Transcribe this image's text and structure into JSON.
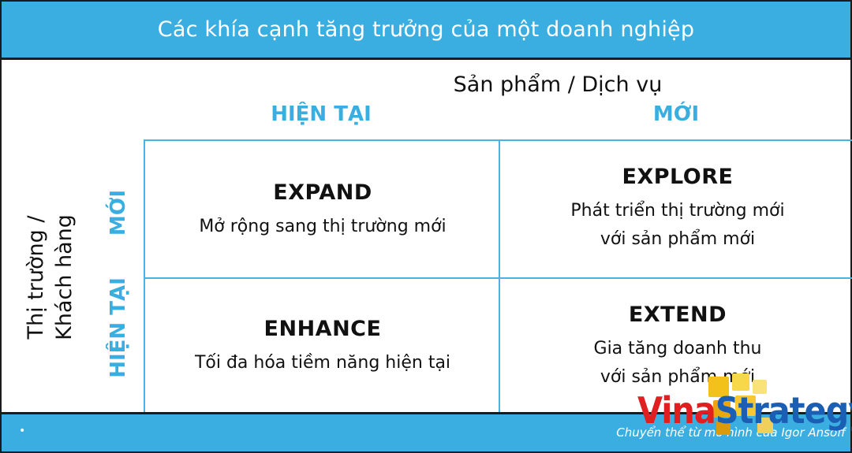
{
  "header": {
    "title": "Các khía cạnh tăng trưởng của một doanh nghiệp"
  },
  "axes": {
    "x_title": "Sản phẩm / Dịch vụ",
    "x_columns": [
      "HIỆN TẠI",
      "MỚI"
    ],
    "y_title_line1": "Thị trường /",
    "y_title_line2": "Khách hàng",
    "y_rows": [
      "MỚI",
      "HIỆN TẠI"
    ]
  },
  "cells": {
    "expand": {
      "title": "EXPAND",
      "desc1": "Mở rộng sang thị trường mới"
    },
    "explore": {
      "title": "EXPLORE",
      "desc1": "Phát triển thị trường mới",
      "desc2": "với sản phẩm mới"
    },
    "enhance": {
      "title": "ENHANCE",
      "desc1": "Tối đa hóa tiềm năng hiện tại"
    },
    "extend": {
      "title": "EXTEND",
      "desc1": "Gia tăng doanh thu",
      "desc2": "với sản phẩm mới"
    }
  },
  "footer": {
    "bullet": "•",
    "credit": "Chuyển thể từ mô hình của Igor Ansoff"
  },
  "logo": {
    "part1": "Vina",
    "part2": "Strategy"
  },
  "colors": {
    "accent": "#3aaee0",
    "grid": "#4ab3e4",
    "text": "#111111",
    "logo_red": "#e02020",
    "logo_blue": "#1a5fb4"
  }
}
